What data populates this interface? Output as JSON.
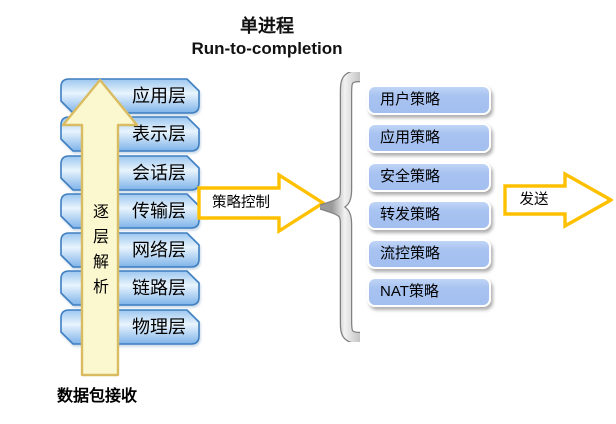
{
  "title": {
    "line1": "单进程",
    "line2": "Run-to-completion"
  },
  "left_stack": {
    "layers": [
      "应用层",
      "表示层",
      "会话层",
      "传输层",
      "网络层",
      "链路层",
      "物理层"
    ]
  },
  "up_arrow": {
    "label": "逐层解析"
  },
  "receive_label": "数据包接收",
  "policy_arrow": {
    "label": "策略控制"
  },
  "right_stack": {
    "policies": [
      "用户策略",
      "应用策略",
      "安全策略",
      "转发策略",
      "流控策略",
      "NAT策略"
    ]
  },
  "send_arrow": {
    "label": "发送"
  },
  "colors": {
    "layer_box_border": "#3E7FC1",
    "layer_box_gradient_top": "#9CC6F0",
    "layer_box_gradient_mid": "#E8F4FD",
    "layer_box_gradient_bottom": "#7FB3E9",
    "up_arrow_fill": "#FBF8CF",
    "up_arrow_border": "#D9BC62",
    "outline_arrow_border": "#FFC000",
    "policy_box_fill": "#A8C3F1",
    "policy_box_border": "#FFFFFF",
    "brace_fill": "#D9D9D9",
    "text": "#000000"
  }
}
